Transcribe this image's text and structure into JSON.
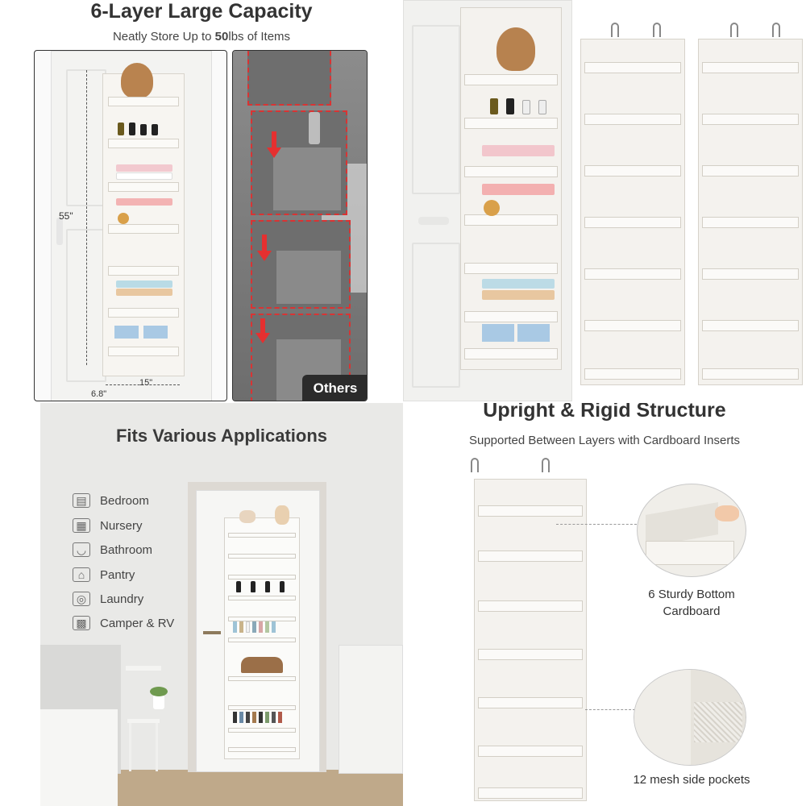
{
  "capacity_panel": {
    "title": "6-Layer Large Capacity",
    "subtitle_prefix": "Neatly Store Up to ",
    "subtitle_bold": "50",
    "subtitle_suffix": "lbs of Items",
    "height_label": "55\"",
    "width_label": "15\"",
    "depth_label": "6.8\"",
    "others_label": "Others"
  },
  "applications_panel": {
    "title": "Fits Various Applications",
    "items": [
      {
        "label": "Bedroom",
        "icon": "bed-icon"
      },
      {
        "label": "Nursery",
        "icon": "crib-icon"
      },
      {
        "label": "Bathroom",
        "icon": "bathtub-icon"
      },
      {
        "label": "Pantry",
        "icon": "pantry-icon"
      },
      {
        "label": "Laundry",
        "icon": "washing-machine-icon"
      },
      {
        "label": "Camper & RV",
        "icon": "camper-icon"
      }
    ]
  },
  "structure_panel": {
    "title": "Upright & Rigid Structure",
    "subtitle": "Supported Between Layers with Cardboard Inserts",
    "detail_top_line1": "6 Sturdy Bottom",
    "detail_top_line2": "Cardboard",
    "detail_bottom": "12 mesh side pockets"
  },
  "colors": {
    "accent_red": "#e53030",
    "fabric": "#f4f2ee",
    "wall": "#e9e9e7",
    "text": "#333333"
  }
}
